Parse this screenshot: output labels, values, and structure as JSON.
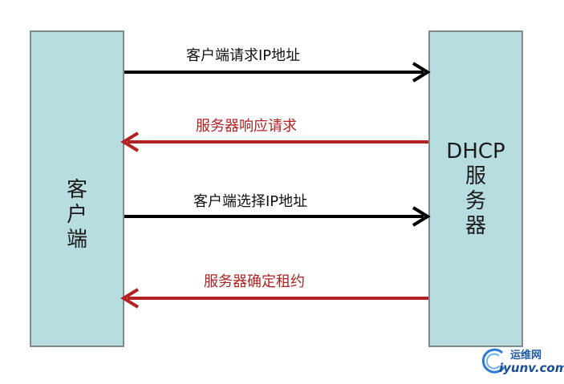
{
  "client": {
    "label": "客户端"
  },
  "server": {
    "line1": "DHCP",
    "line2": "服",
    "line3": "务",
    "line4": "器"
  },
  "messages": [
    {
      "text": "客户端请求IP地址",
      "direction": "client-to-server",
      "color": "#000000"
    },
    {
      "text": "服务器响应请求",
      "direction": "server-to-client",
      "color": "#b22222"
    },
    {
      "text": "客户端选择IP地址",
      "direction": "client-to-server",
      "color": "#000000"
    },
    {
      "text": "服务器确定租约",
      "direction": "server-to-client",
      "color": "#b22222"
    }
  ],
  "colors": {
    "box_fill": "#b8dde1",
    "box_border": "#7e8b8d",
    "request_arrow": "#000000",
    "response_arrow": "#b22222"
  },
  "watermark": {
    "title": "运维网",
    "url": "iyunv.com"
  }
}
